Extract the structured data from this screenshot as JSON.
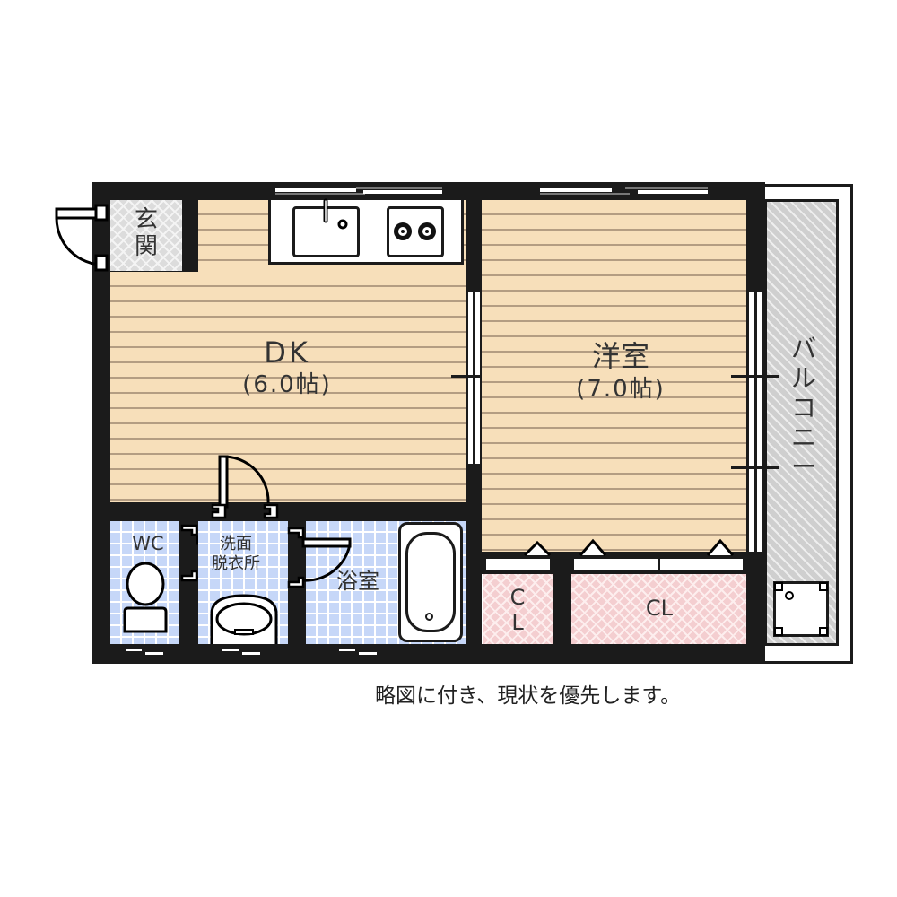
{
  "floor_plan": {
    "rooms": {
      "entrance": {
        "label": "玄関"
      },
      "dk": {
        "name": "DK",
        "size": "(6.0帖)"
      },
      "western_room": {
        "name": "洋室",
        "size": "(7.0帖)"
      },
      "balcony": {
        "label": "バルコニー"
      },
      "wc": {
        "label": "WC"
      },
      "washroom": {
        "label_line1": "洗面",
        "label_line2": "脱衣所"
      },
      "bathroom": {
        "label": "浴室"
      },
      "closet_small": {
        "label_line1": "C",
        "label_line2": "L"
      },
      "closet_large": {
        "label": "CL"
      }
    },
    "fixtures": [
      "kitchen-sink",
      "gas-stove",
      "toilet",
      "wash-basin",
      "bathtub",
      "washing-machine-pan"
    ],
    "colors": {
      "wall": "#1b1b1b",
      "wood_floor": "#f7dfba",
      "tile_floor": "#c6d7f8",
      "closet_floor": "#f4ced0",
      "entrance_floor": "#dcdcdc",
      "balcony_floor": "#cfcfcf"
    }
  },
  "footer": {
    "note": "略図に付き、現状を優先します。"
  }
}
